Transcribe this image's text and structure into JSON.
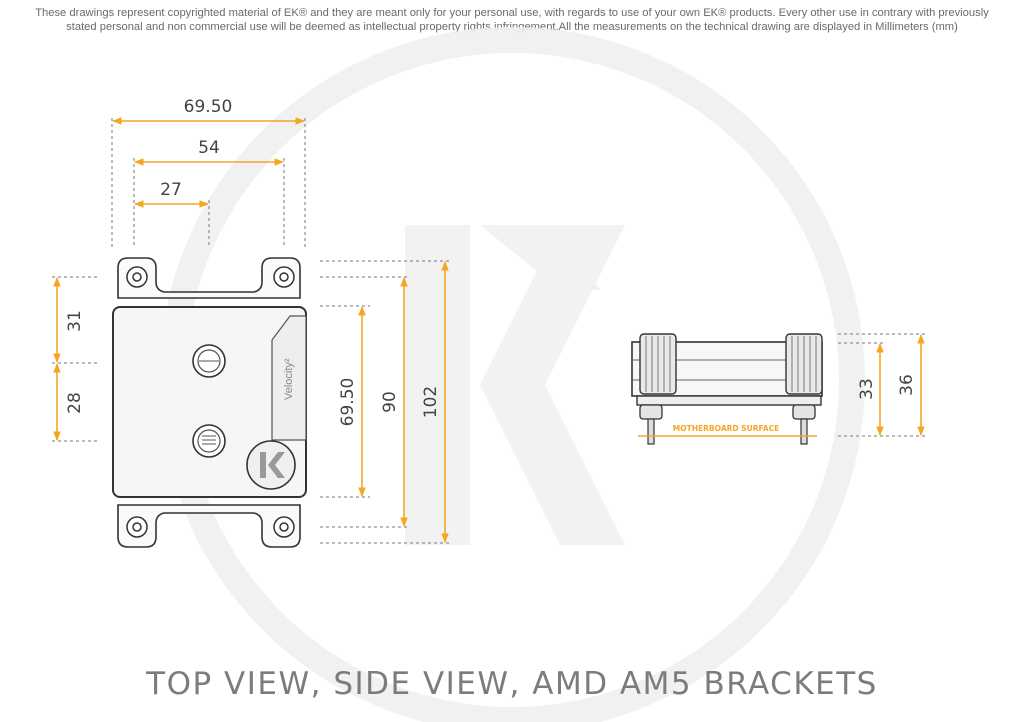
{
  "disclaimer": {
    "line1": "These drawings represent copyrighted material of EK® and they are meant only for your personal use, with regards to use of  your own EK® products. Every other use in contrary with previously",
    "line2": "stated personal and non commercial use will be deemed as intellectual property rights infringement.All the measurements on the technical drawing are displayed in Millimeters (mm)"
  },
  "top_view": {
    "width_overall": "69.50",
    "width_holes": "54",
    "width_half": "27",
    "height_upper": "31",
    "height_lower": "28",
    "height_body": "69.50",
    "height_holes": "90",
    "height_overall": "102",
    "brand_label": "Velocity²"
  },
  "side_view": {
    "surface_label": "MOTHERBOARD SURFACE",
    "height_inner": "33",
    "height_outer": "36"
  },
  "caption": "TOP VIEW, SIDE VIEW, AMD AM5 BRACKETS",
  "colors": {
    "dimension": "#f5a623",
    "outline": "#333333",
    "watermark": "#eeeeee",
    "caption": "#7c7c7c"
  },
  "icons": {
    "watermark": "ek-logo-watermark",
    "block_logo": "ek-logo-icon"
  }
}
